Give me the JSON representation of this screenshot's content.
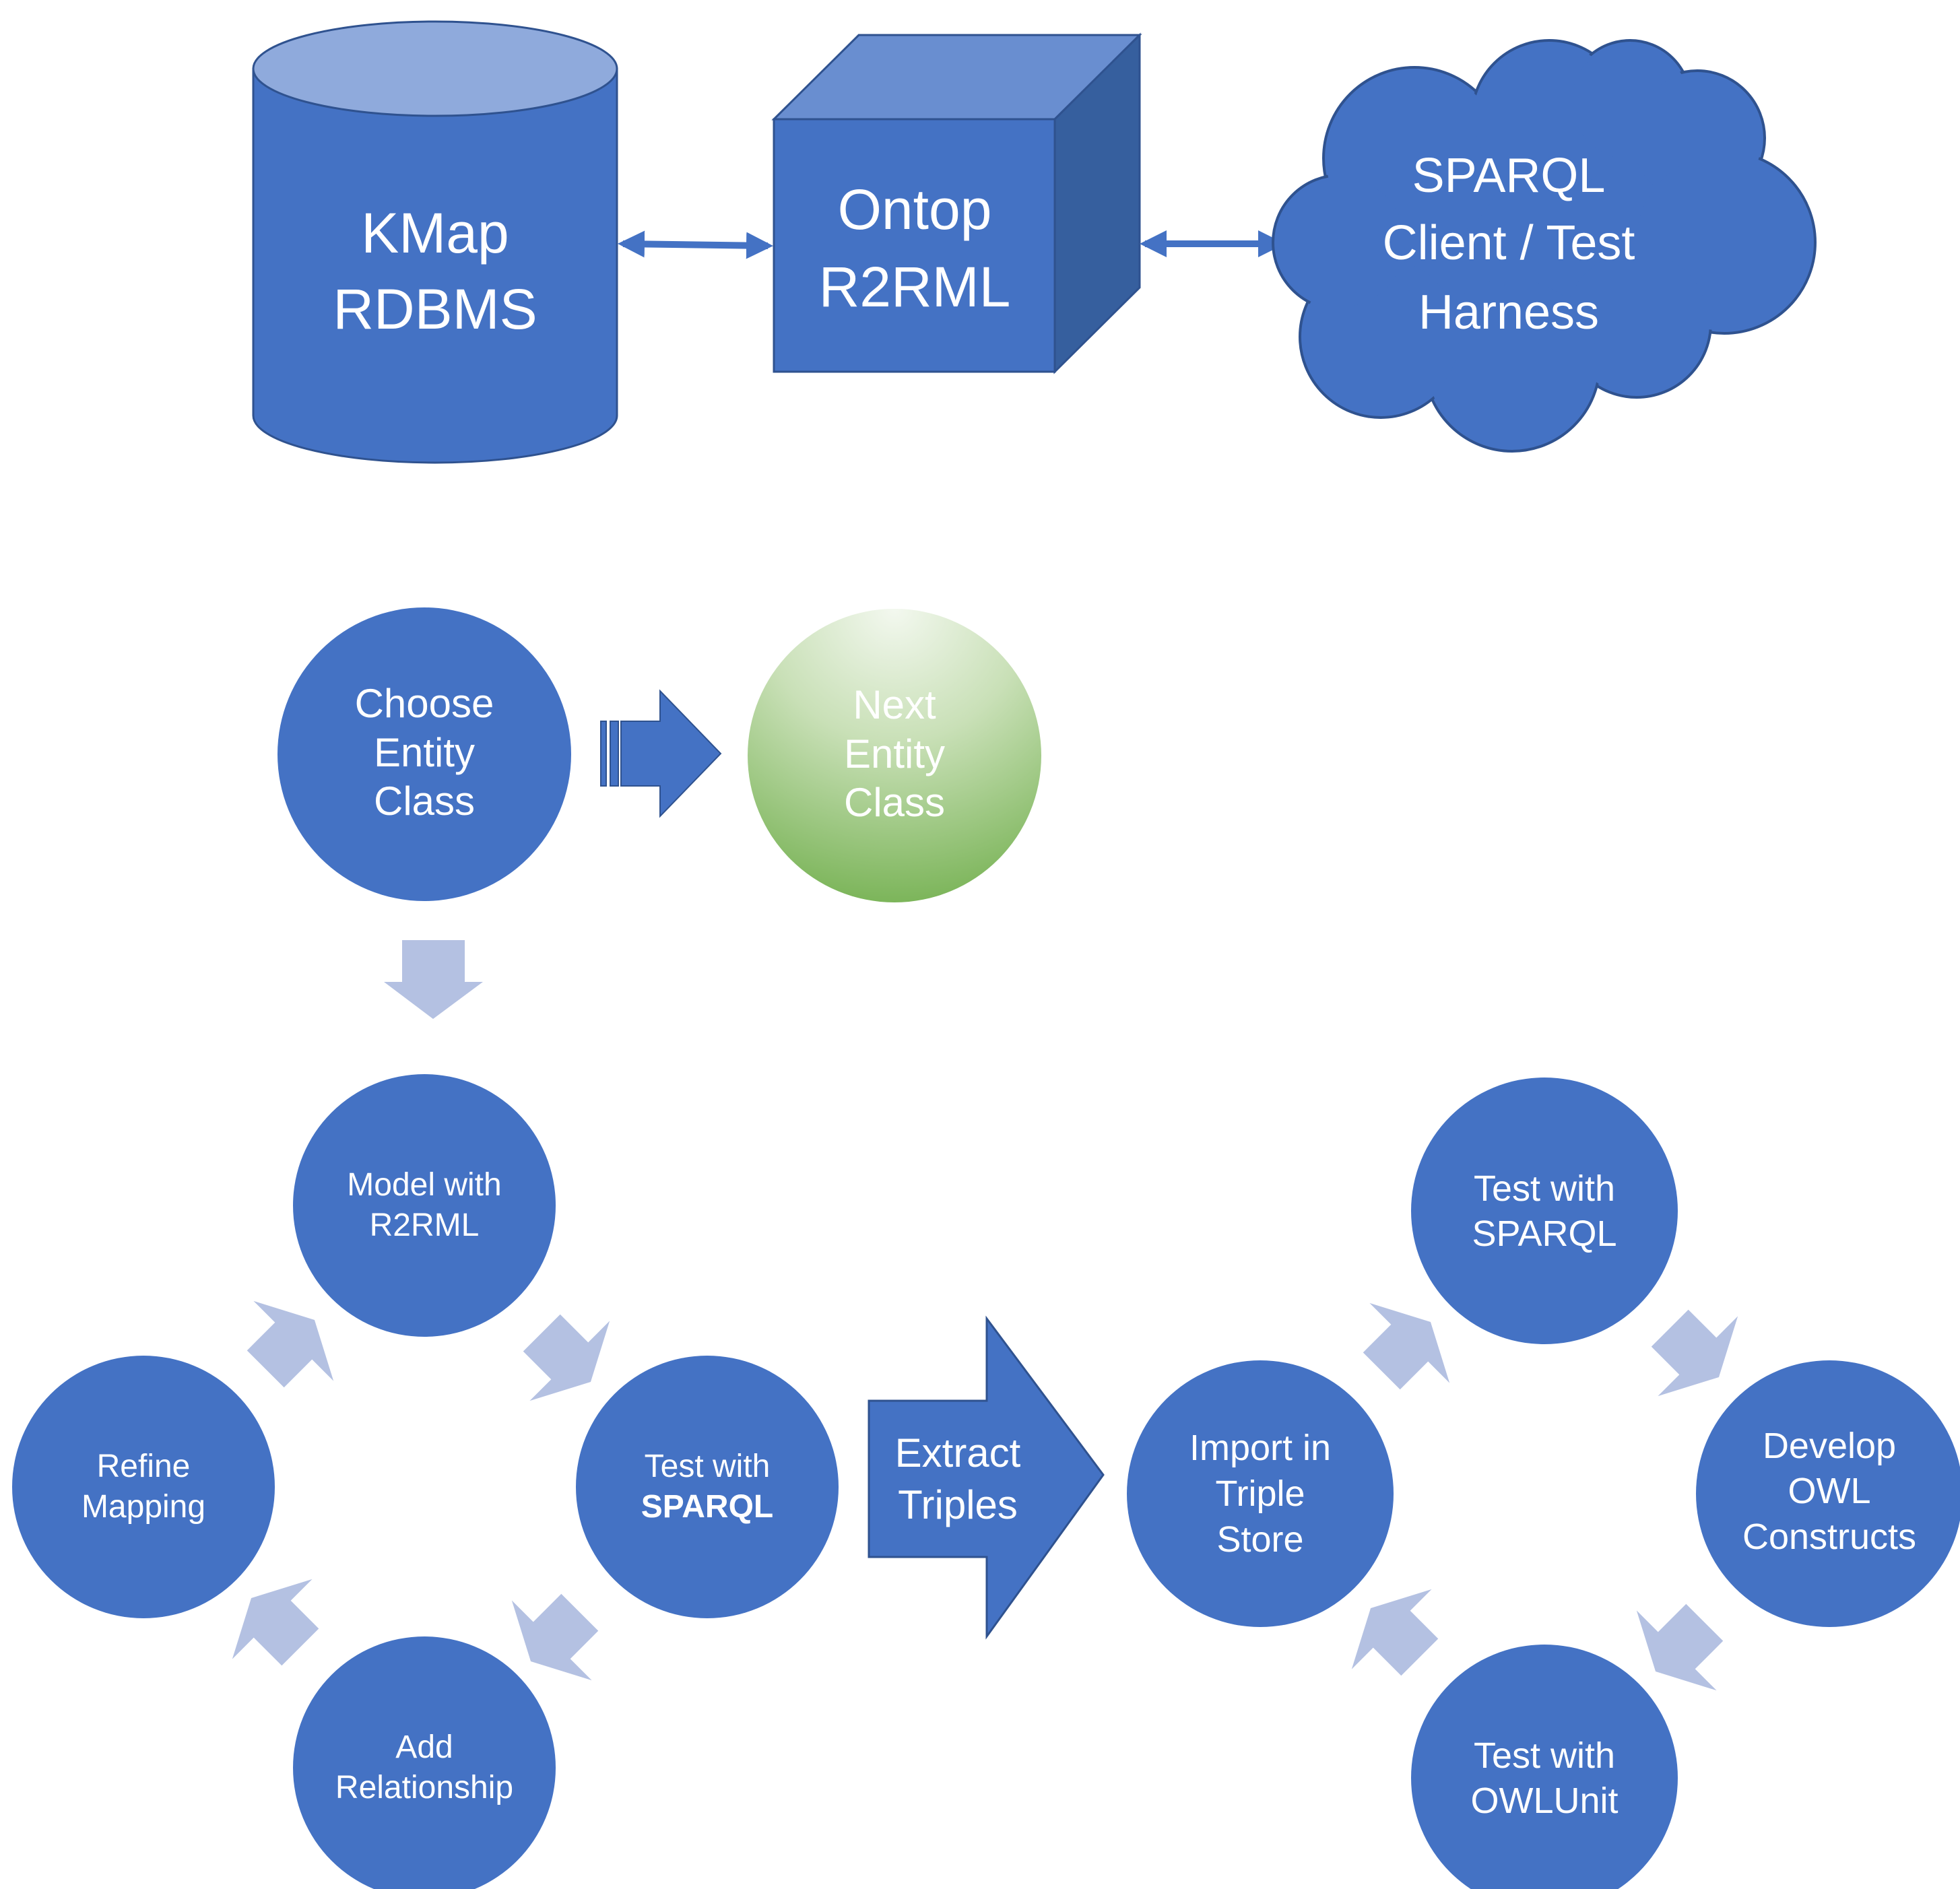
{
  "architecture": {
    "database": {
      "line1": "KMap",
      "line2": "RDBMS"
    },
    "mapper": {
      "line1": "Ontop",
      "line2": "R2RML"
    },
    "client": {
      "line1": "SPARQL",
      "line2": "Client / Test",
      "line3": "Harness"
    }
  },
  "entity_flow": {
    "choose": {
      "line1": "Choose",
      "line2": "Entity",
      "line3": "Class"
    },
    "next": {
      "line1": "Next",
      "line2": "Entity",
      "line3": "Class"
    }
  },
  "mapping_cycle": {
    "model": {
      "line1": "Model with",
      "line2": "R2RML"
    },
    "test": {
      "line1": "Test with",
      "line2": "SPARQL"
    },
    "add": {
      "line1": "Add",
      "line2": "Relationship"
    },
    "refine": {
      "line1": "Refine",
      "line2": "Mapping"
    }
  },
  "extract": {
    "line1": "Extract",
    "line2": "Triples"
  },
  "ontology_cycle": {
    "import": {
      "line1": "Import in",
      "line2": "Triple",
      "line3": "Store"
    },
    "test_sparql": {
      "line1": "Test with",
      "line2": "SPARQL"
    },
    "develop": {
      "line1": "Develop",
      "line2": "OWL",
      "line3": "Constructs"
    },
    "test_owlunit": {
      "line1": "Test with",
      "line2": "OWLUnit"
    }
  },
  "colors": {
    "primary": "#4472C4",
    "primary_dark": "#2F528F",
    "cube_top": "#698ED0",
    "cube_side": "#365F9E",
    "cylinder_top": "#8FAADC",
    "arrow_light": "#B4C1E2",
    "green_light": "#EEF5E8",
    "green_dark": "#7CB55A"
  }
}
